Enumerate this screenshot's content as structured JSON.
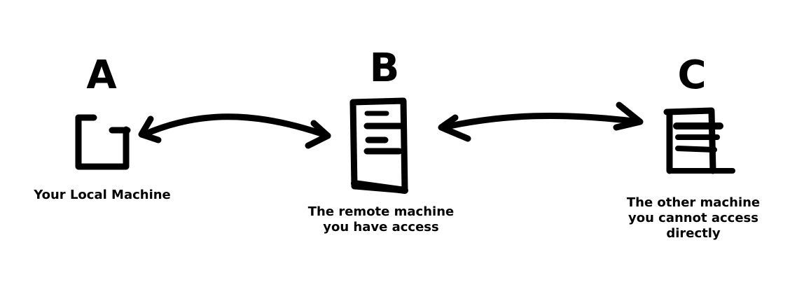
{
  "nodes": [
    {
      "id": "A",
      "letter": "A",
      "label_lines": [
        "Your Local Machine"
      ]
    },
    {
      "id": "B",
      "letter": "B",
      "label_lines": [
        "The remote machine",
        "you have access"
      ]
    },
    {
      "id": "C",
      "letter": "C",
      "label_lines": [
        "The other machine",
        "you cannot access",
        "directly"
      ]
    }
  ],
  "edges": [
    {
      "from": "A",
      "to": "B",
      "direction": "both"
    },
    {
      "from": "B",
      "to": "C",
      "direction": "both"
    }
  ],
  "colors": {
    "ink": "#000000",
    "background": "#ffffff"
  }
}
